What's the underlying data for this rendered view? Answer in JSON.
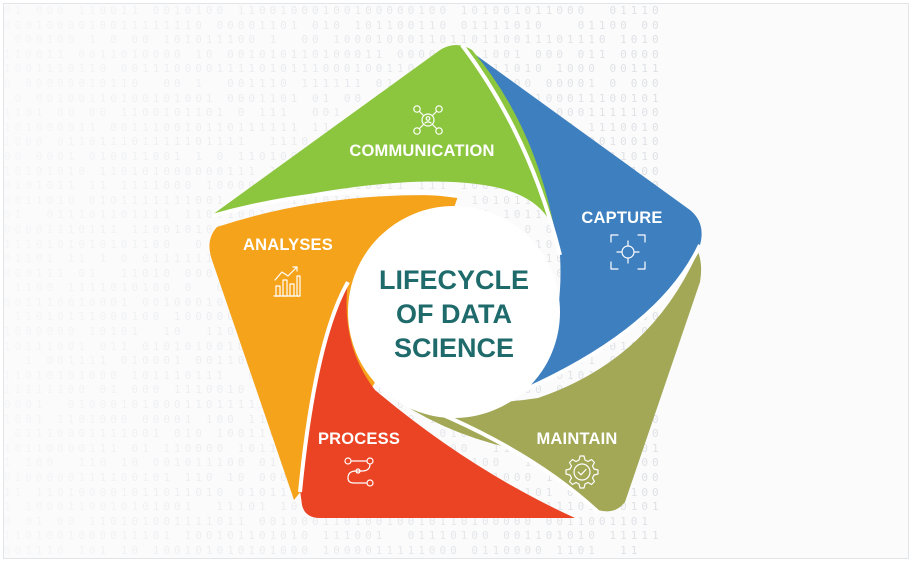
{
  "diagram": {
    "center": {
      "line1": "LIFECYCLE",
      "line2": "OF DATA",
      "line3": "SCIENCE",
      "color": "#1f6a6b"
    },
    "segments": [
      {
        "key": "communication",
        "label": "COMMUNICATION",
        "color": "#8cc63f",
        "icon": "people-network-icon"
      },
      {
        "key": "capture",
        "label": "CAPTURE",
        "color": "#3d7fbf",
        "icon": "focus-target-icon"
      },
      {
        "key": "maintain",
        "label": "MAINTAIN",
        "color": "#a2a855",
        "icon": "gear-check-icon"
      },
      {
        "key": "process",
        "label": "PROCESS",
        "color": "#ea4424",
        "icon": "workflow-icon"
      },
      {
        "key": "analyses",
        "label": "ANALYSES",
        "color": "#f6a31c",
        "icon": "bar-chart-icon"
      }
    ]
  }
}
